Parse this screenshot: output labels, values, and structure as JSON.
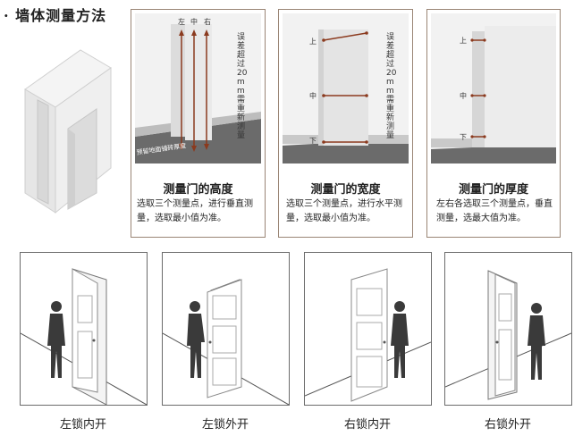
{
  "title": "· 墙体测量方法",
  "panels": [
    {
      "labels": [
        "左",
        "中",
        "右"
      ],
      "note": "误差超过20mm需重新测量",
      "floor_note": "预留地面铺砖厚度",
      "title": "测量门的高度",
      "desc": "选取三个测量点，进行垂直测量，选取最小值为准。"
    },
    {
      "labels": [
        "上",
        "中",
        "下"
      ],
      "note": "误差超过20mm需重新测量",
      "title": "测量门的宽度",
      "desc": "选取三个测量点，进行水平测量，选取最小值为准。"
    },
    {
      "labels": [
        "上",
        "中",
        "下"
      ],
      "title": "测量门的厚度",
      "desc": "左右各选取三个测量点，垂直测量，选最大值为准。"
    }
  ],
  "doors": [
    {
      "label": "左锁内开"
    },
    {
      "label": "左锁外开"
    },
    {
      "label": "右锁内开"
    },
    {
      "label": "右锁外开"
    }
  ]
}
